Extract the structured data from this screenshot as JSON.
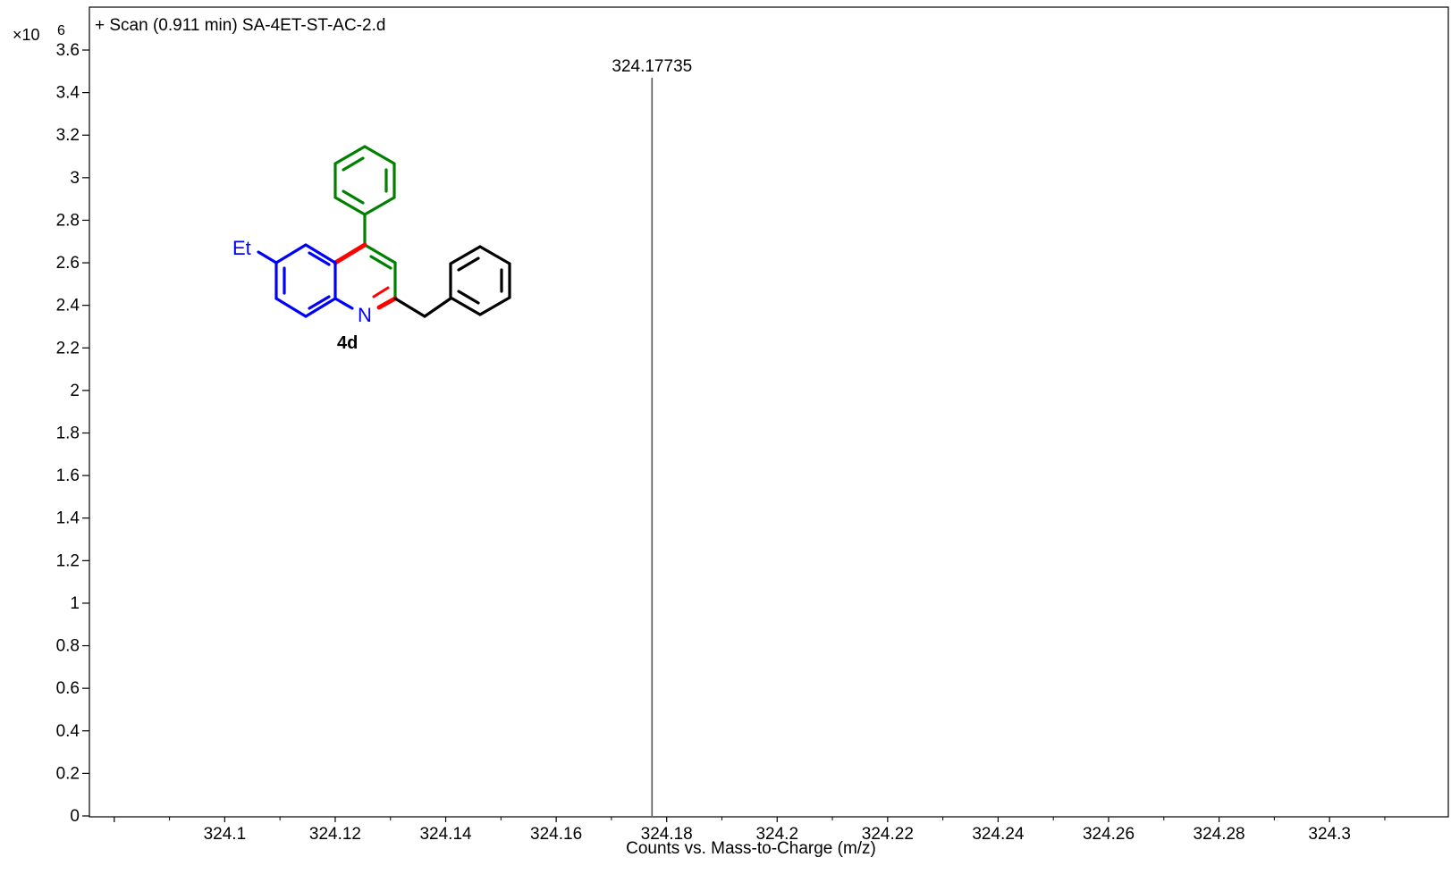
{
  "chart_data": {
    "type": "line",
    "title": "+ Scan (0.911 min) SA-4ET-ST-AC-2.d",
    "xlabel": "Counts vs. Mass-to-Charge (m/z)",
    "ylabel": "",
    "y_multiplier": "×10",
    "y_exponent": "6",
    "xlim": [
      324.0755,
      324.3215
    ],
    "ylim": [
      0,
      3.6
    ],
    "x_ticks": [
      324.1,
      324.12,
      324.14,
      324.16,
      324.18,
      324.2,
      324.22,
      324.24,
      324.26,
      324.28,
      324.3
    ],
    "x_tick_labels": [
      "324.1",
      "324.12",
      "324.14",
      "324.16",
      "324.18",
      "324.2",
      "324.22",
      "324.24",
      "324.26",
      "324.28",
      "324.3"
    ],
    "y_ticks": [
      0,
      0.2,
      0.4,
      0.6,
      0.8,
      1,
      1.2,
      1.4,
      1.6,
      1.8,
      2,
      2.2,
      2.4,
      2.6,
      2.8,
      3,
      3.2,
      3.4,
      3.6
    ],
    "y_tick_labels": [
      "0",
      "0.2",
      "0.4",
      "0.6",
      "0.8",
      "1",
      "1.2",
      "1.4",
      "1.6",
      "1.8",
      "2",
      "2.2",
      "2.4",
      "2.6",
      "2.8",
      "3",
      "3.2",
      "3.4",
      "3.6"
    ],
    "grid": false,
    "peaks": [
      {
        "mz": 324.17735,
        "intensity": 3.47,
        "label": "324.17735"
      }
    ],
    "inset_structure": {
      "compound_label": "4d",
      "substituent_label": "Et",
      "heteroatom_label": "N",
      "colors": {
        "quinoline_benzo_ring": "#0000ff",
        "new_bonds": "#ff0000",
        "phenyl_and_pyridine_bonds": "#008000",
        "benzyl": "#000000"
      }
    }
  }
}
